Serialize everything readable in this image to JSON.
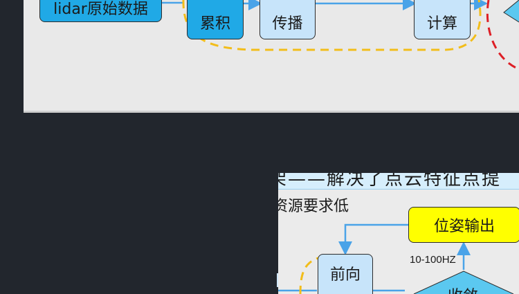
{
  "top_slide": {
    "nodes": {
      "lidar_raw": "lidar原始数据",
      "accumulate": "累积",
      "propagate": "传播",
      "compute": "计算"
    }
  },
  "bottom_slide": {
    "title": "架——解决了点云特征点提",
    "subtitle": "资源要求低",
    "nodes": {
      "pose_output": "位姿输出",
      "forward": "前向",
      "converge": "收敛"
    },
    "rate_label": "10-100HZ"
  },
  "colors": {
    "arrow": "#4aa3e8",
    "dashed_yellow": "#f2bd1a",
    "dashed_red": "#dd1f26",
    "node_light": "#c7e4fa",
    "node_dark": "#20a9e6",
    "node_yellow": "#ffff00"
  }
}
